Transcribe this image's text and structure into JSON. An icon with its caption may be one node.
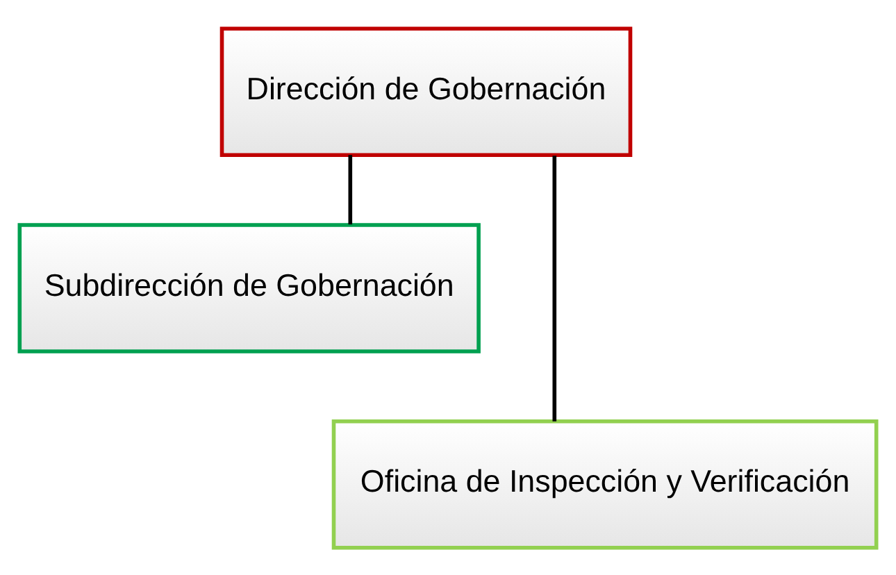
{
  "diagram": {
    "nodes": [
      {
        "text": [
          "Dirección de Gobernación"
        ]
      },
      {
        "text": [
          "Subdirección de Gobernación"
        ]
      },
      {
        "text": [
          "Oficina de Inspección y Verificación"
        ]
      }
    ],
    "edges": [
      {
        "from": 0,
        "to": 1,
        "arrow": "none"
      },
      {
        "from": 0,
        "to": 2,
        "arrow": "none"
      }
    ]
  }
}
